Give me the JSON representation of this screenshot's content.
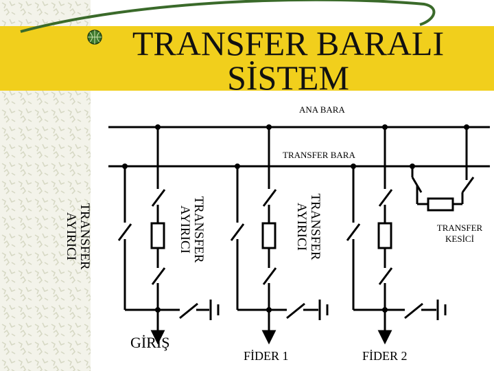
{
  "slide": {
    "title_line1": "TRANSFER BARALI",
    "title_line2": "SİSTEM",
    "colors": {
      "title_band": "#f1cf1c",
      "swoosh": "#3a6a2a",
      "sidebar": "#f3f3ea",
      "line": "#000000"
    },
    "icons": [
      "globe-bullet-icon",
      "swoosh-decoration"
    ]
  },
  "diagram": {
    "main_bus_label": "ANA BARA",
    "transfer_bus_label": "TRANSFER BARA",
    "transfer_disconnector_label_1": "TRANSFER",
    "transfer_disconnector_label_2": "AYIRICI",
    "transfer_breaker_label_1": "TRANSFER",
    "transfer_breaker_label_2": "KESİCİ",
    "input_label": "GİRİŞ",
    "feeder1_label": "FİDER 1",
    "feeder2_label": "FİDER 2"
  }
}
